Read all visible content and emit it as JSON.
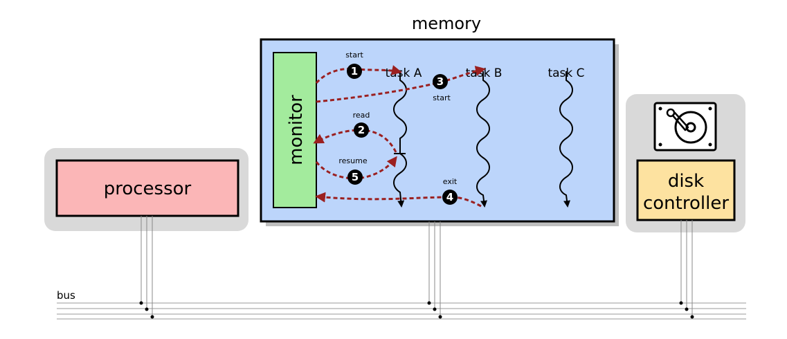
{
  "diagram": {
    "memory_label": "memory",
    "monitor_label": "monitor",
    "processor_label": "processor",
    "disk_label_line1": "disk",
    "disk_label_line2": "controller",
    "bus_label": "bus",
    "tasks": [
      "task A",
      "task B",
      "task C"
    ],
    "steps": [
      {
        "num": "1",
        "label": "start"
      },
      {
        "num": "2",
        "label": "read"
      },
      {
        "num": "3",
        "label": "start"
      },
      {
        "num": "4",
        "label": "exit"
      },
      {
        "num": "5",
        "label": "resume"
      }
    ]
  },
  "colors": {
    "memory_fill": "#bcd5fb",
    "monitor_fill": "#a3eb9d",
    "processor_fill": "#fbb6b7",
    "disk_controller_fill": "#fde2a0",
    "shadow": "#d9d9d9",
    "arrow": "#9b2020"
  }
}
